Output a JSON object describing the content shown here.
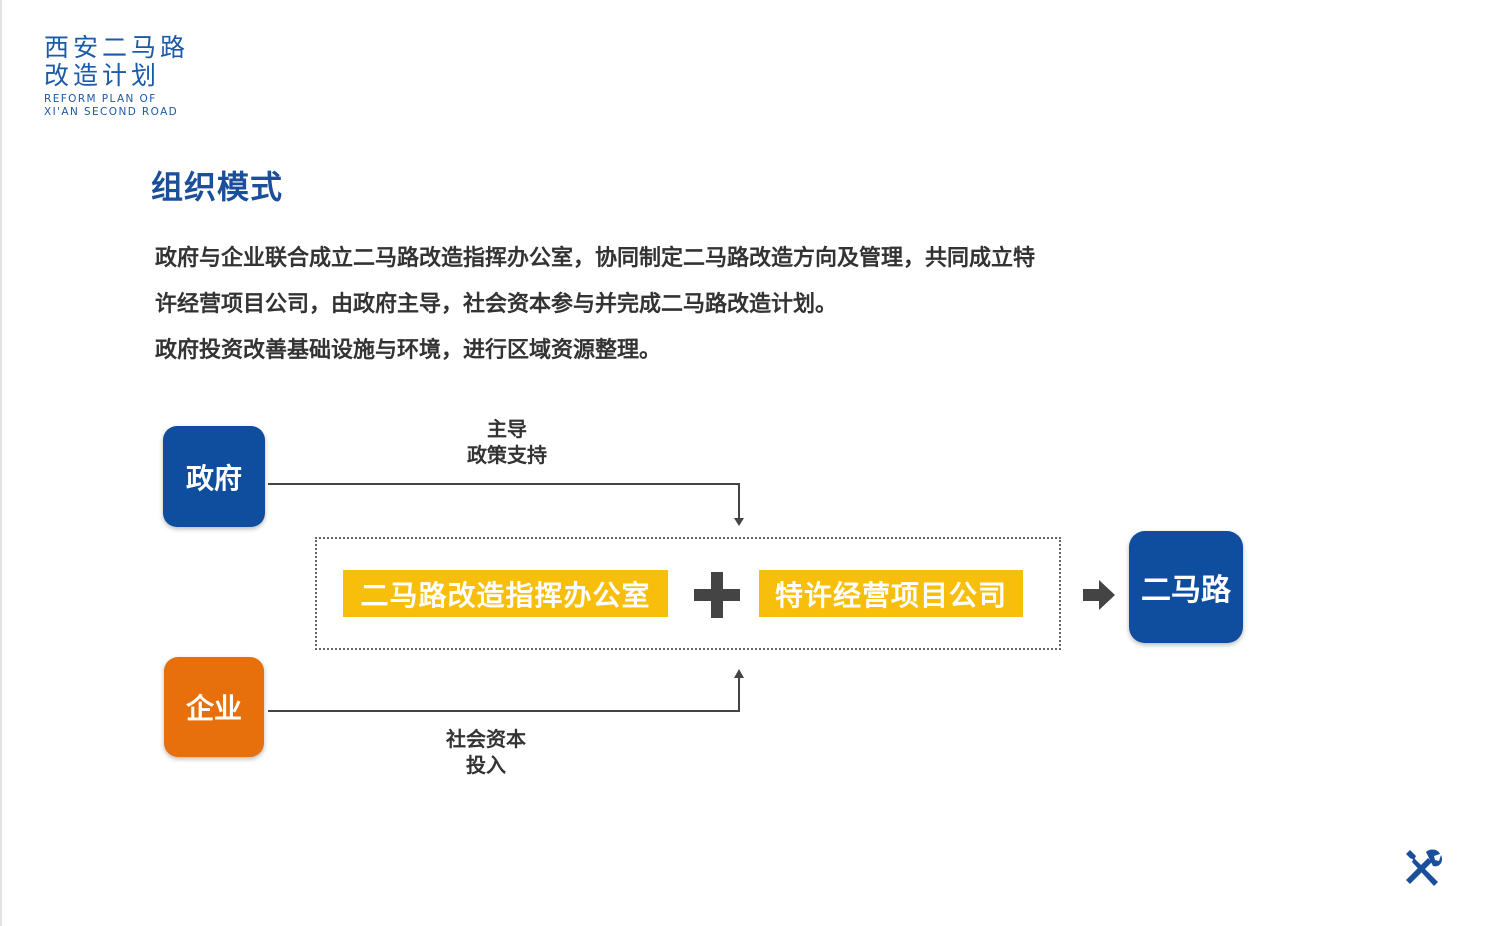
{
  "logo": {
    "cn_line1": "西安二马路",
    "cn_line2": "改造计划",
    "en_line1": "REFORM PLAN OF",
    "en_line2": "XI'AN SECOND ROAD"
  },
  "section_title": "组织模式",
  "description": [
    "政府与企业联合成立二马路改造指挥办公室，协同制定二马路改造方向及管理，共同成立特",
    "许经营项目公司，由政府主导，社会资本参与并完成二马路改造计划。",
    "政府投资改善基础设施与环境，进行区域资源整理。"
  ],
  "diagram": {
    "nodes": {
      "government": {
        "label": "政府",
        "color": "#0f4e9e"
      },
      "enterprise": {
        "label": "企业",
        "color": "#e8700c"
      },
      "road": {
        "label": "二马路",
        "color": "#0f4e9e"
      }
    },
    "edges": {
      "government_to_group": {
        "line1": "主导",
        "line2": "政策支持"
      },
      "enterprise_to_group": {
        "line1": "社会资本",
        "line2": "投入"
      }
    },
    "group": {
      "left_tag": "二马路改造指挥办公室",
      "right_tag": "特许经营项目公司",
      "tag_color": "#f7bf0c",
      "operator_icon": "plus-icon"
    },
    "result_arrow_icon": "arrow-right-icon"
  },
  "footer_icon": "tools-icon",
  "colors": {
    "primary_blue": "#0f4e9e",
    "title_blue": "#1a4f9c",
    "orange": "#e8700c",
    "yellow": "#f7bf0c",
    "text_dark": "#333333"
  }
}
